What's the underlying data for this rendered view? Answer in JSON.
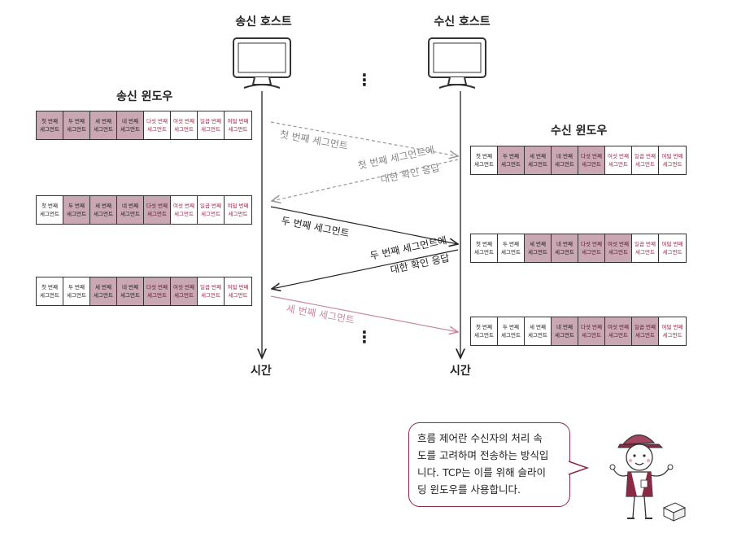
{
  "hosts": {
    "sender": "송신 호스트",
    "receiver": "수신 호스트"
  },
  "windows": {
    "sender": "송신 윈도우",
    "receiver": "수신 윈도우"
  },
  "segments": [
    [
      "첫 번째",
      "세그먼트"
    ],
    [
      "두 번째",
      "세그먼트"
    ],
    [
      "세 번째",
      "세그먼트"
    ],
    [
      "네 번째",
      "세그먼트"
    ],
    [
      "다섯 번째",
      "세그먼트"
    ],
    [
      "여섯 번째",
      "세그먼트"
    ],
    [
      "일곱 번째",
      "세그먼트"
    ],
    [
      "여덟 번째",
      "세그먼트"
    ]
  ],
  "sender_rows": [
    {
      "window_start": 0,
      "window_end": 3
    },
    {
      "window_start": 1,
      "window_end": 4
    },
    {
      "window_start": 2,
      "window_end": 5
    }
  ],
  "receiver_rows": [
    {
      "window_start": 1,
      "window_end": 4
    },
    {
      "window_start": 2,
      "window_end": 5
    },
    {
      "window_start": 3,
      "window_end": 6
    }
  ],
  "messages": {
    "first_segment": "첫 번째 세그먼트",
    "first_ack_line1": "첫 번째 세그먼트에",
    "first_ack_line2": "대한 확인 응답",
    "second_segment": "두 번째 세그먼트",
    "second_ack_line1": "두 번째 세그먼트에",
    "second_ack_line2": "대한 확인 응답",
    "third_segment": "세 번째 세그먼트"
  },
  "time_label": "시간",
  "ellipsis": "⋮",
  "speech_bubble": {
    "lines": [
      "흐름 제어란 수신자의 처리 속",
      "도를 고려하며 전송하는 방식입",
      "니다. TCP는 이를 위해 슬라이",
      "딩 윈도우를 사용합니다."
    ]
  },
  "colors": {
    "window_fill": "#c9a7b3",
    "accent": "#8a2a45",
    "dashed_gray": "#999999",
    "pink_arrow": "#c98a9d"
  }
}
